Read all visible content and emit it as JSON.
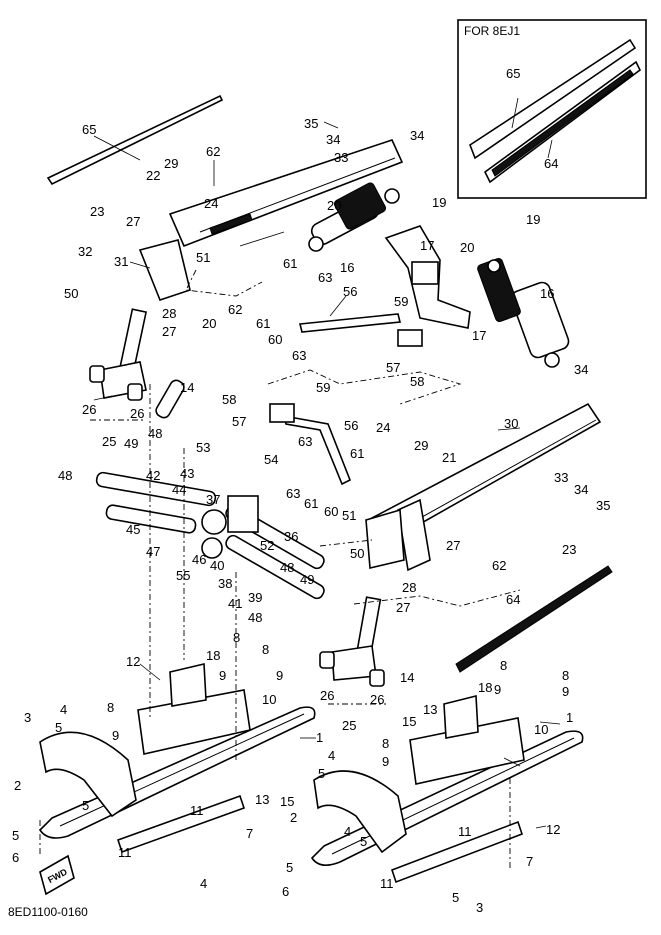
{
  "diagram": {
    "inset_title": "FOR 8EJ1",
    "drawing_code": "8ED1100-0160",
    "fwd_label": "FWD",
    "callouts": [
      {
        "id": "c65a",
        "text": "65"
      },
      {
        "id": "c35a",
        "text": "35"
      },
      {
        "id": "c34a",
        "text": "34"
      },
      {
        "id": "c34b",
        "text": "34"
      },
      {
        "id": "c33a",
        "text": "33"
      },
      {
        "id": "c62a",
        "text": "62"
      },
      {
        "id": "c29a",
        "text": "29"
      },
      {
        "id": "c22a",
        "text": "22"
      },
      {
        "id": "c24a",
        "text": "24"
      },
      {
        "id": "c23a",
        "text": "23"
      },
      {
        "id": "c27a",
        "text": "27"
      },
      {
        "id": "c20a",
        "text": "20"
      },
      {
        "id": "c19a",
        "text": "19"
      },
      {
        "id": "c17a",
        "text": "17"
      },
      {
        "id": "c16a",
        "text": "16"
      },
      {
        "id": "c19b",
        "text": "19"
      },
      {
        "id": "c20b",
        "text": "20"
      },
      {
        "id": "c16b",
        "text": "16"
      },
      {
        "id": "c32a",
        "text": "32"
      },
      {
        "id": "c31a",
        "text": "31"
      },
      {
        "id": "c51a",
        "text": "51"
      },
      {
        "id": "c61a",
        "text": "61"
      },
      {
        "id": "c63a",
        "text": "63"
      },
      {
        "id": "c56a",
        "text": "56"
      },
      {
        "id": "c50a",
        "text": "50"
      },
      {
        "id": "c28a",
        "text": "28"
      },
      {
        "id": "c62b",
        "text": "62"
      },
      {
        "id": "c61b",
        "text": "61"
      },
      {
        "id": "c20c",
        "text": "20"
      },
      {
        "id": "c27b",
        "text": "27"
      },
      {
        "id": "c60a",
        "text": "60"
      },
      {
        "id": "c59a",
        "text": "59"
      },
      {
        "id": "c17b",
        "text": "17"
      },
      {
        "id": "c63b",
        "text": "63"
      },
      {
        "id": "c57a",
        "text": "57"
      },
      {
        "id": "c58a",
        "text": "58"
      },
      {
        "id": "c34c",
        "text": "34"
      },
      {
        "id": "c26a",
        "text": "26"
      },
      {
        "id": "c26b",
        "text": "26"
      },
      {
        "id": "c25a",
        "text": "25"
      },
      {
        "id": "c14a",
        "text": "14"
      },
      {
        "id": "c58b",
        "text": "58"
      },
      {
        "id": "c59b",
        "text": "59"
      },
      {
        "id": "c57b",
        "text": "57"
      },
      {
        "id": "c56b",
        "text": "56"
      },
      {
        "id": "c30a",
        "text": "30"
      },
      {
        "id": "c48a",
        "text": "48"
      },
      {
        "id": "c49a",
        "text": "49"
      },
      {
        "id": "c53a",
        "text": "53"
      },
      {
        "id": "c63c",
        "text": "63"
      },
      {
        "id": "c24b",
        "text": "24"
      },
      {
        "id": "c29b",
        "text": "29"
      },
      {
        "id": "c21a",
        "text": "21"
      },
      {
        "id": "c33b",
        "text": "33"
      },
      {
        "id": "c34d",
        "text": "34"
      },
      {
        "id": "c35b",
        "text": "35"
      },
      {
        "id": "c48b",
        "text": "48"
      },
      {
        "id": "c42a",
        "text": "42"
      },
      {
        "id": "c43a",
        "text": "43"
      },
      {
        "id": "c44a",
        "text": "44"
      },
      {
        "id": "c54a",
        "text": "54"
      },
      {
        "id": "c61c",
        "text": "61"
      },
      {
        "id": "c63d",
        "text": "63"
      },
      {
        "id": "c37a",
        "text": "37"
      },
      {
        "id": "c61d",
        "text": "61"
      },
      {
        "id": "c60b",
        "text": "60"
      },
      {
        "id": "c51b",
        "text": "51"
      },
      {
        "id": "c45a",
        "text": "45"
      },
      {
        "id": "c52a",
        "text": "52"
      },
      {
        "id": "c47a",
        "text": "47"
      },
      {
        "id": "c46a",
        "text": "46"
      },
      {
        "id": "c40a",
        "text": "40"
      },
      {
        "id": "c36a",
        "text": "36"
      },
      {
        "id": "c27c",
        "text": "27"
      },
      {
        "id": "c62c",
        "text": "62"
      },
      {
        "id": "c23b",
        "text": "23"
      },
      {
        "id": "c55a",
        "text": "55"
      },
      {
        "id": "c38a",
        "text": "38"
      },
      {
        "id": "c50b",
        "text": "50"
      },
      {
        "id": "c48c",
        "text": "48"
      },
      {
        "id": "c49b",
        "text": "49"
      },
      {
        "id": "c28b",
        "text": "28"
      },
      {
        "id": "c39a",
        "text": "39"
      },
      {
        "id": "c41a",
        "text": "41"
      },
      {
        "id": "c48d",
        "text": "48"
      },
      {
        "id": "c27d",
        "text": "27"
      },
      {
        "id": "c64a",
        "text": "64"
      },
      {
        "id": "c65b",
        "text": "65"
      },
      {
        "id": "c64b",
        "text": "64"
      },
      {
        "id": "c12a",
        "text": "12"
      },
      {
        "id": "c18a",
        "text": "18"
      },
      {
        "id": "c8a",
        "text": "8"
      },
      {
        "id": "c8b",
        "text": "8"
      },
      {
        "id": "c9a",
        "text": "9"
      },
      {
        "id": "c9b",
        "text": "9"
      },
      {
        "id": "c4a",
        "text": "4"
      },
      {
        "id": "c3a",
        "text": "3"
      },
      {
        "id": "c5a",
        "text": "5"
      },
      {
        "id": "c8c",
        "text": "8"
      },
      {
        "id": "c10a",
        "text": "10"
      },
      {
        "id": "c9c",
        "text": "9"
      },
      {
        "id": "c1a",
        "text": "1"
      },
      {
        "id": "c2a",
        "text": "2"
      },
      {
        "id": "c5b",
        "text": "5"
      },
      {
        "id": "c13a",
        "text": "13"
      },
      {
        "id": "c15a",
        "text": "15"
      },
      {
        "id": "c11a",
        "text": "11"
      },
      {
        "id": "c7a",
        "text": "7"
      },
      {
        "id": "c5c",
        "text": "5"
      },
      {
        "id": "c6a",
        "text": "6"
      },
      {
        "id": "c11b",
        "text": "11"
      },
      {
        "id": "c4b",
        "text": "4"
      },
      {
        "id": "c26c",
        "text": "26"
      },
      {
        "id": "c26d",
        "text": "26"
      },
      {
        "id": "c25b",
        "text": "25"
      },
      {
        "id": "c14b",
        "text": "14"
      },
      {
        "id": "c8d",
        "text": "8"
      },
      {
        "id": "c8e",
        "text": "8"
      },
      {
        "id": "c9d",
        "text": "9"
      },
      {
        "id": "c9e",
        "text": "9"
      },
      {
        "id": "c15b",
        "text": "15"
      },
      {
        "id": "c13b",
        "text": "13"
      },
      {
        "id": "c18b",
        "text": "18"
      },
      {
        "id": "c10b",
        "text": "10"
      },
      {
        "id": "c1b",
        "text": "1"
      },
      {
        "id": "c4c",
        "text": "4"
      },
      {
        "id": "c8f",
        "text": "8"
      },
      {
        "id": "c9f",
        "text": "9"
      },
      {
        "id": "c5d",
        "text": "5"
      },
      {
        "id": "c2b",
        "text": "2"
      },
      {
        "id": "c4d",
        "text": "4"
      },
      {
        "id": "c5e",
        "text": "5"
      },
      {
        "id": "c11c",
        "text": "11"
      },
      {
        "id": "c7b",
        "text": "7"
      },
      {
        "id": "c12b",
        "text": "12"
      },
      {
        "id": "c5f",
        "text": "5"
      },
      {
        "id": "c6b",
        "text": "6"
      },
      {
        "id": "c11d",
        "text": "11"
      },
      {
        "id": "c5g",
        "text": "5"
      },
      {
        "id": "c3b",
        "text": "3"
      }
    ]
  }
}
